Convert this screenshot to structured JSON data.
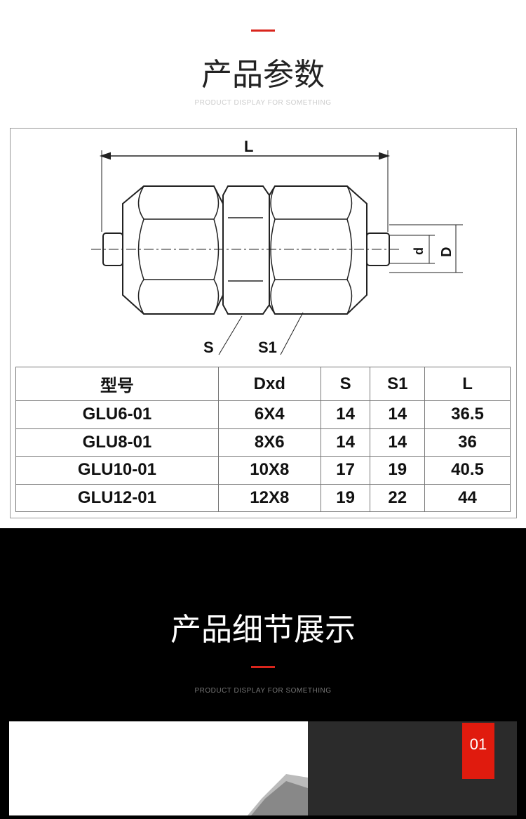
{
  "section1": {
    "title": "产品参数",
    "subtitle": "PRODUCT DISPLAY FOR SOMETHING"
  },
  "drawing": {
    "labels": {
      "L": "L",
      "d": "d",
      "D": "D",
      "S": "S",
      "S1": "S1"
    }
  },
  "table": {
    "headers": [
      "型号",
      "Dxd",
      "S",
      "S1",
      "L"
    ],
    "rows": [
      [
        "GLU6-01",
        "6X4",
        "14",
        "14",
        "36.5"
      ],
      [
        "GLU8-01",
        "8X6",
        "14",
        "14",
        "36"
      ],
      [
        "GLU10-01",
        "10X8",
        "17",
        "19",
        "40.5"
      ],
      [
        "GLU12-01",
        "12X8",
        "19",
        "22",
        "44"
      ]
    ]
  },
  "section2": {
    "title": "产品细节展示",
    "subtitle": "PRODUCT DISPLAY FOR SOMETHING"
  },
  "detail": {
    "badge": "01"
  },
  "colors": {
    "accent": "#d9251c"
  }
}
